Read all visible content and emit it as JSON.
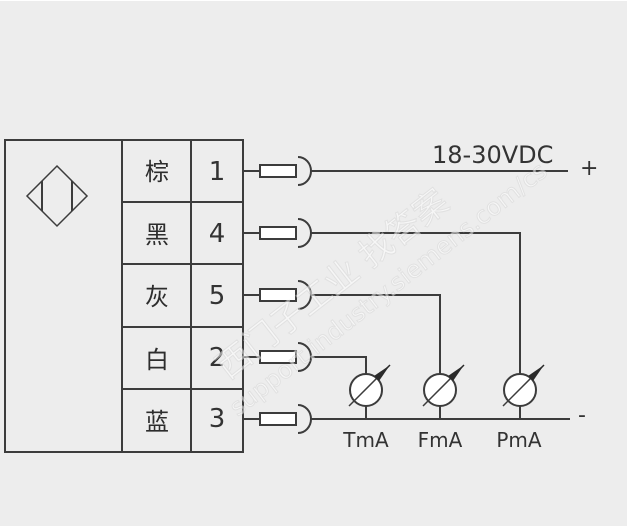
{
  "diagram": {
    "title": "Sensor wiring diagram",
    "colors": {
      "background": "#ededed",
      "line": "#3c3c3c",
      "text": "#333333"
    },
    "sensor": {
      "symbol": "diamond-sensor-symbol"
    },
    "terminals": [
      {
        "color_label": "棕",
        "pin": "1"
      },
      {
        "color_label": "黑",
        "pin": "4"
      },
      {
        "color_label": "灰",
        "pin": "5"
      },
      {
        "color_label": "白",
        "pin": "2"
      },
      {
        "color_label": "蓝",
        "pin": "3"
      }
    ],
    "supply": {
      "label": "18-30VDC",
      "positive": "+",
      "negative": "-"
    },
    "meters": [
      {
        "label": "TmA",
        "pin": "2"
      },
      {
        "label": "FmA",
        "pin": "5"
      },
      {
        "label": "PmA",
        "pin": "4"
      }
    ],
    "watermark": {
      "line1": "西门子工业  找答案",
      "line2": "support.industry.siemens.com/cs"
    }
  }
}
